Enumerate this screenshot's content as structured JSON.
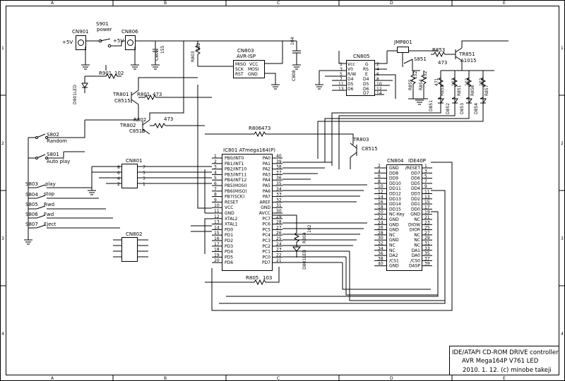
{
  "frame": {
    "cols": [
      "A",
      "B",
      "C",
      "D",
      "E"
    ],
    "rows": [
      "1",
      "2",
      "3",
      "4"
    ]
  },
  "title_block": {
    "line1": "IDE/ATAPI CD-ROM DRIVE controller",
    "line2": "AVR Mega164P   V761 LED",
    "line3": "2010. 1. 12. (c) minobe takeji"
  },
  "power": {
    "cn901": "CN901",
    "vplus1": "+5V",
    "s901": "S901",
    "s901_sub": "power",
    "cn806": "CN806",
    "vplus2": "+5V",
    "c807": "C807",
    "c807_v": "155",
    "r901": "R901",
    "r901_v": "102",
    "d901": "D901LED"
  },
  "programmer": {
    "r803": "R803",
    "r803_v": "682",
    "cn803": "CN803",
    "cn803_sub": "AVR-ISP",
    "pins_l": [
      "MISO",
      "SCK",
      "RST"
    ],
    "pins_r": [
      "VCC",
      "MOSI",
      "GND"
    ],
    "c808_top": "104",
    "c808": "C808"
  },
  "transistors": {
    "tr801": "TR801",
    "tr801_t": "C8515",
    "r801": "R801",
    "r801_v": "473",
    "tr802": "TR802",
    "tr802_t": "C8515",
    "r802": "R802",
    "r802_v": "473",
    "r806": "R806",
    "r806_v": "473",
    "tr803": "TR803",
    "tr803_t": "C8515"
  },
  "lcd": {
    "cn805": "CN805",
    "pins_l": [
      "Vcc",
      "V0",
      "R/W",
      "D4",
      "D5",
      "D6"
    ],
    "pins_r": [
      "G",
      "RS",
      "E",
      "D4",
      "D5",
      "D6",
      "D7"
    ],
    "nums_l": [
      "1",
      "3",
      "5",
      "7",
      "11",
      "13"
    ],
    "nums_r": [
      "2",
      "4",
      "6",
      "8",
      "10",
      "12",
      "14"
    ],
    "jmp801": "JMP801",
    "s851": "S851",
    "r853": "R853",
    "r853_v": "473",
    "tr851": "TR851",
    "tr851_t": "A1015",
    "r855": "R855",
    "r855_v": "152",
    "r854": "R854",
    "r854_v": "152",
    "led_r": [
      "R852",
      "R851",
      "R856",
      "R857"
    ],
    "led_v": [
      "471",
      "102",
      "102",
      "102"
    ],
    "leds": [
      "D851",
      "D852",
      "D853",
      "D854"
    ]
  },
  "switches": [
    {
      "ref": "S802",
      "label": "Random"
    },
    {
      "ref": "S801",
      "label": "Auto play"
    },
    {
      "ref": "S803",
      "label": "play"
    },
    {
      "ref": "S804",
      "label": "stop"
    },
    {
      "ref": "S805",
      "label": "Rwd"
    },
    {
      "ref": "S806",
      "label": "Fwd"
    },
    {
      "ref": "S807",
      "label": "Eject"
    }
  ],
  "cn801": {
    "ref": "CN801",
    "pins_l": [
      "8",
      "6",
      "4",
      "2"
    ],
    "pins_r": [
      "7",
      "5",
      "3",
      "1"
    ]
  },
  "cn802": {
    "ref": "CN802"
  },
  "mcu": {
    "ref": "IC801 ATmega164(P)",
    "left": [
      {
        "n": "1",
        "s": "PB0/INT0"
      },
      {
        "n": "2",
        "s": "PB1/INT1"
      },
      {
        "n": "3",
        "s": "PB2/INT10"
      },
      {
        "n": "4",
        "s": "PB3/INT11"
      },
      {
        "n": "5",
        "s": "PB4/INT12"
      },
      {
        "n": "6",
        "s": "PB5(MOSI)"
      },
      {
        "n": "7",
        "s": "PB6(MISO)"
      },
      {
        "n": "8",
        "s": "PB7(SCK)"
      },
      {
        "n": "9",
        "s": "RESET"
      },
      {
        "n": "10",
        "s": "VCC"
      },
      {
        "n": "11",
        "s": "GND"
      },
      {
        "n": "12",
        "s": "XTAL2"
      },
      {
        "n": "13",
        "s": "XTAL1"
      },
      {
        "n": "14",
        "s": "PD0"
      },
      {
        "n": "15",
        "s": "PD1"
      },
      {
        "n": "16",
        "s": "PD2"
      },
      {
        "n": "17",
        "s": "PD3"
      },
      {
        "n": "18",
        "s": "PD4"
      },
      {
        "n": "19",
        "s": "PD5"
      },
      {
        "n": "20",
        "s": "PD6"
      }
    ],
    "right": [
      {
        "n": "40",
        "s": "PA0"
      },
      {
        "n": "39",
        "s": "PA1"
      },
      {
        "n": "38",
        "s": "PA2"
      },
      {
        "n": "37",
        "s": "PA3"
      },
      {
        "n": "36",
        "s": "PA4"
      },
      {
        "n": "35",
        "s": "PA5"
      },
      {
        "n": "34",
        "s": "PA6"
      },
      {
        "n": "33",
        "s": "PA7"
      },
      {
        "n": "32",
        "s": "AREF"
      },
      {
        "n": "31",
        "s": "GND"
      },
      {
        "n": "30",
        "s": "AVCC"
      },
      {
        "n": "29",
        "s": "PC7"
      },
      {
        "n": "28",
        "s": "PC6"
      },
      {
        "n": "27",
        "s": "PC5"
      },
      {
        "n": "26",
        "s": "PC4"
      },
      {
        "n": "25",
        "s": "PC3"
      },
      {
        "n": "24",
        "s": "PC2"
      },
      {
        "n": "23",
        "s": "PC1"
      },
      {
        "n": "22",
        "s": "PC0"
      },
      {
        "n": "21",
        "s": "PD7"
      }
    ],
    "r804": "R804",
    "r804_v": "102",
    "d801": "D801LED",
    "r805": "R805",
    "r805_v": "103"
  },
  "ide": {
    "ref": "CN804",
    "sub": "IDE40P",
    "left": [
      {
        "n": "2",
        "s": "GND"
      },
      {
        "n": "4",
        "s": "DD8"
      },
      {
        "n": "6",
        "s": "DD9"
      },
      {
        "n": "8",
        "s": "DD10"
      },
      {
        "n": "10",
        "s": "DD11"
      },
      {
        "n": "12",
        "s": "DD12"
      },
      {
        "n": "14",
        "s": "DD13"
      },
      {
        "n": "16",
        "s": "DD14"
      },
      {
        "n": "18",
        "s": "DD15"
      },
      {
        "n": "20",
        "s": "NC-Key"
      },
      {
        "n": "22",
        "s": "GND"
      },
      {
        "n": "24",
        "s": "GND"
      },
      {
        "n": "26",
        "s": "GND"
      },
      {
        "n": "28",
        "s": "NC"
      },
      {
        "n": "30",
        "s": "GND"
      },
      {
        "n": "32",
        "s": "NC"
      },
      {
        "n": "34",
        "s": "NC"
      },
      {
        "n": "36",
        "s": "DA2"
      },
      {
        "n": "38",
        "s": "/CS1"
      },
      {
        "n": "40",
        "s": "GND"
      }
    ],
    "right": [
      {
        "n": "1",
        "s": "/RESET"
      },
      {
        "n": "3",
        "s": "DD7"
      },
      {
        "n": "5",
        "s": "DD6"
      },
      {
        "n": "7",
        "s": "DD5"
      },
      {
        "n": "9",
        "s": "DD4"
      },
      {
        "n": "11",
        "s": "DD3"
      },
      {
        "n": "13",
        "s": "DD2"
      },
      {
        "n": "15",
        "s": "DD1"
      },
      {
        "n": "17",
        "s": "DD0"
      },
      {
        "n": "19",
        "s": "GND"
      },
      {
        "n": "21",
        "s": "NC"
      },
      {
        "n": "23",
        "s": "DIOW"
      },
      {
        "n": "25",
        "s": "DIOR"
      },
      {
        "n": "27",
        "s": "NC"
      },
      {
        "n": "29",
        "s": "NC"
      },
      {
        "n": "31",
        "s": "NC"
      },
      {
        "n": "33",
        "s": "DA1"
      },
      {
        "n": "35",
        "s": "DA0"
      },
      {
        "n": "37",
        "s": "/CS0"
      },
      {
        "n": "39",
        "s": "DASP"
      }
    ]
  }
}
